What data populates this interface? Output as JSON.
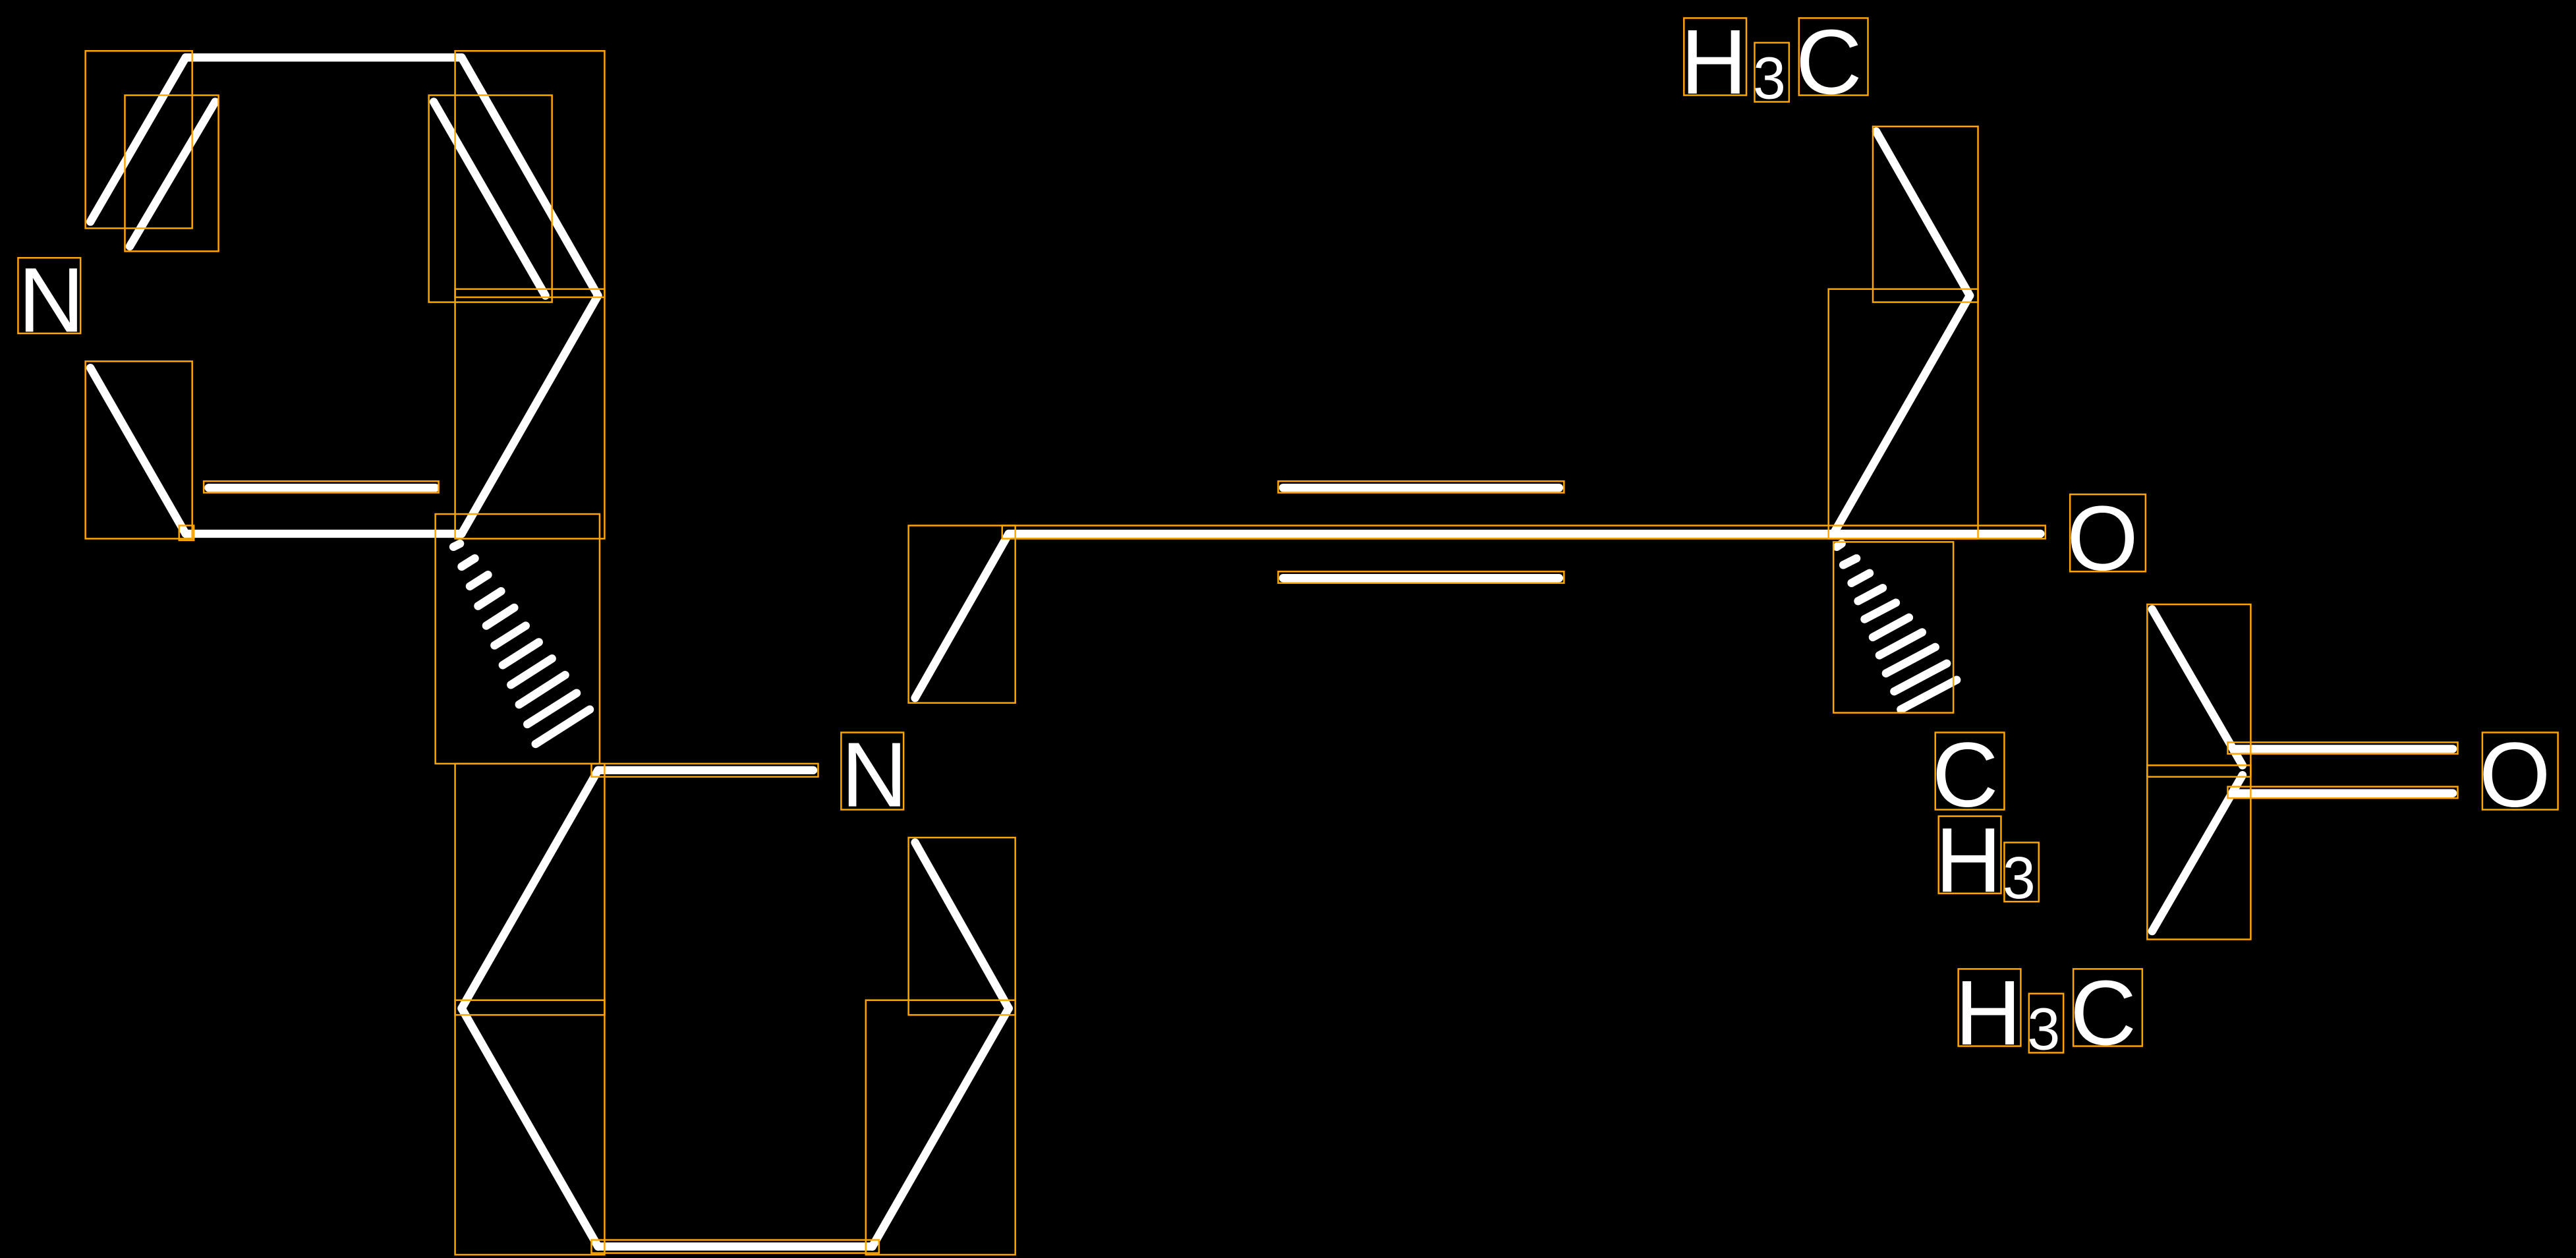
{
  "colors": {
    "background": "#000000",
    "bond": "#ffffff",
    "annotation": "#ffa500"
  },
  "atoms": {
    "n1": "N",
    "n2": "N",
    "o_ether": "O",
    "o_carbonyl": "O",
    "me_top": {
      "h": "H",
      "n": "3",
      "c": "C"
    },
    "me_mid": {
      "c": "C",
      "h": "H",
      "n": "3"
    },
    "me_bot": {
      "h": "H",
      "n": "3",
      "c": "C"
    }
  }
}
